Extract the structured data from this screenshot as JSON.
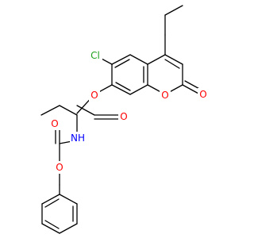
{
  "structure": {
    "atoms": {
      "cl": {
        "label": "Cl",
        "color": "#1fa01f"
      },
      "o_ester": {
        "label": "O",
        "color": "#ff0000"
      },
      "o_carbonyl_1": {
        "label": "O",
        "color": "#ff0000"
      },
      "o_ring": {
        "label": "O",
        "color": "#ff0000"
      },
      "o_lactone": {
        "label": "O",
        "color": "#ff0000"
      },
      "nh": {
        "label": "NH",
        "color": "#0000ff"
      },
      "o_carbamate": {
        "label": "O",
        "color": "#ff0000"
      },
      "o_benzyloxy": {
        "label": "O",
        "color": "#ff0000"
      }
    },
    "bond_color": "#000000"
  }
}
